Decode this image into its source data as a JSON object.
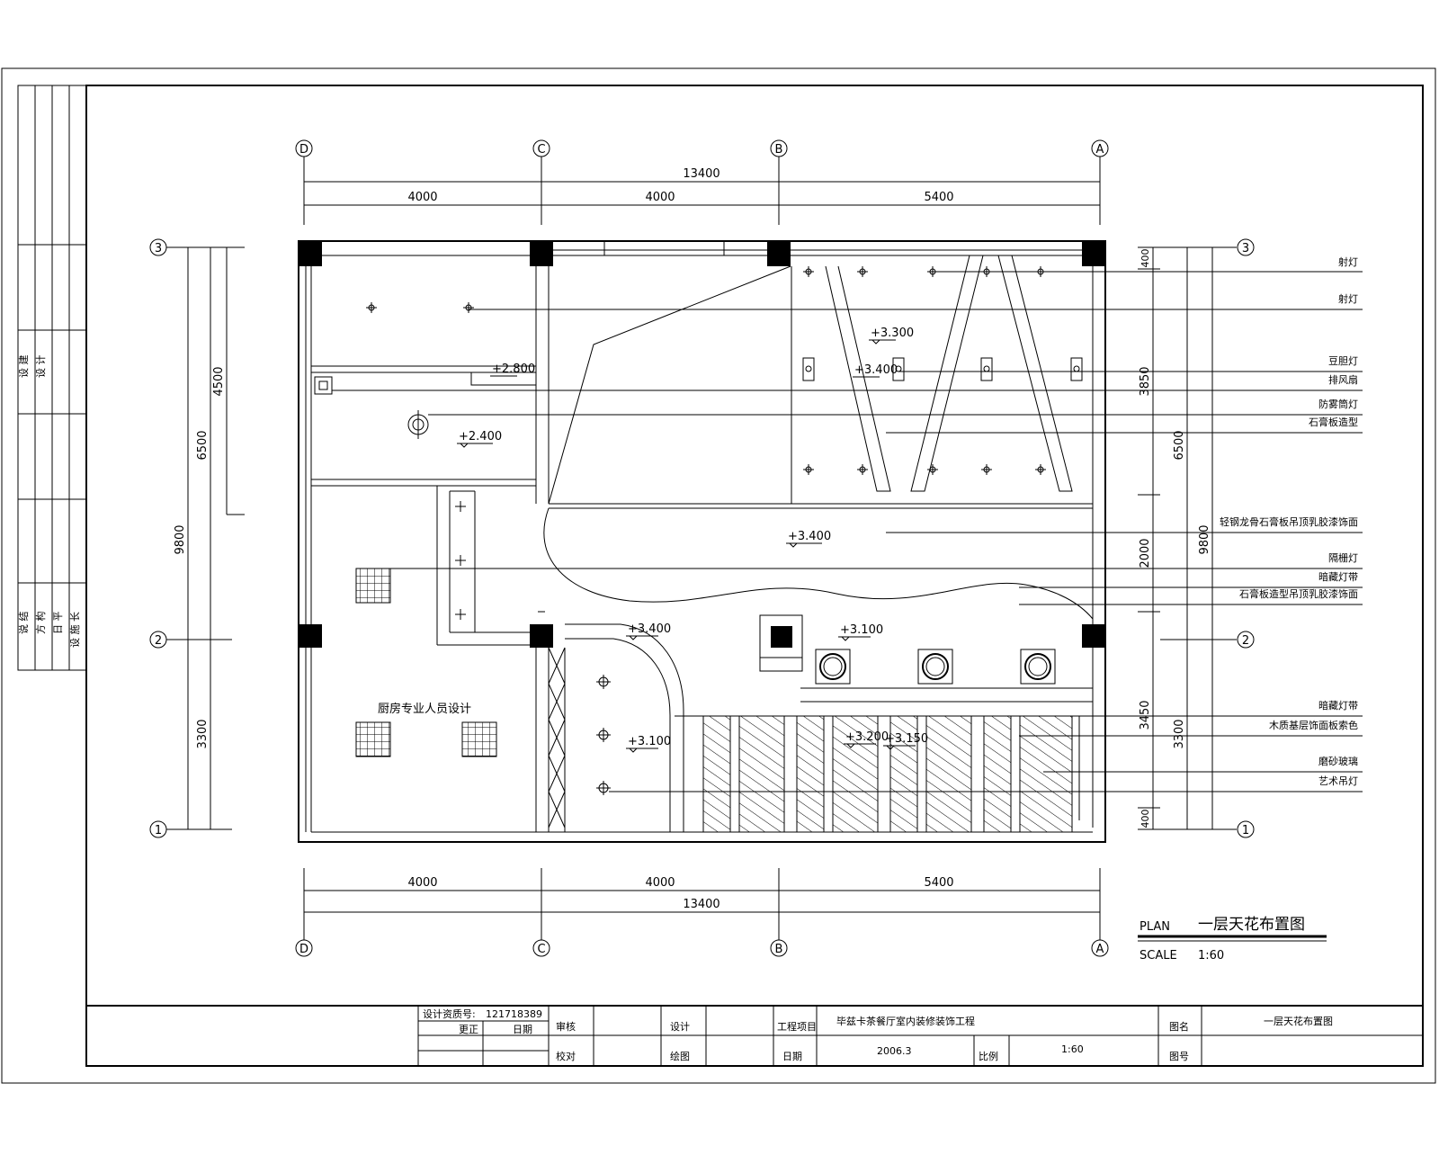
{
  "axes": {
    "columns": [
      "D",
      "C",
      "B",
      "A"
    ],
    "rows": [
      "3",
      "2",
      "1"
    ]
  },
  "dims": {
    "top_total": "13400",
    "top_segments": [
      "4000",
      "4000",
      "5400"
    ],
    "bottom_segments": [
      "4000",
      "4000",
      "5400"
    ],
    "bottom_total": "13400",
    "left_total": "9800",
    "left_upper": "6500",
    "left_lower": "3300",
    "left_inner": "4500",
    "right_segments": [
      "400",
      "3850",
      "2000",
      "3450",
      "400"
    ],
    "right_upper": "6500",
    "right_lower": "3300",
    "right_total": "9800"
  },
  "elevations": [
    "+3.300",
    "+3.400",
    "+2.800",
    "+2.400",
    "+3.400",
    "+3.400",
    "+3.100",
    "+3.100",
    "+3.200",
    "+3.150"
  ],
  "room_label": "厨房专业人员设计",
  "legend": [
    "射灯",
    "射灯",
    "豆胆灯",
    "排风扇",
    "防雾筒灯",
    "石膏板造型",
    "轻钢龙骨石膏板吊顶乳胶漆饰面",
    "隔栅灯",
    "暗藏灯带",
    "石膏板造型吊顶乳胶漆饰面",
    "暗藏灯带",
    "木质基层饰面板索色",
    "磨砂玻璃",
    "艺术吊灯"
  ],
  "plan_title": {
    "plan_label": "PLAN",
    "name": "一层天花布置图",
    "scale_label": "SCALE",
    "scale_value": "1:60"
  },
  "title_block": {
    "cert_label": "设计资质号:",
    "cert_no": "121718389",
    "change_label": "更正",
    "date_label": "日期",
    "review_label": "审核",
    "check_label": "校对",
    "design_label": "设计",
    "draw_label": "绘图",
    "project_label": "工程项目",
    "project_name": "毕兹卡茶餐厅室内装修装饰工程",
    "date2_label": "日期",
    "date_value": "2006.3",
    "scale_label": "比例",
    "scale_value": "1:60",
    "title_label": "图名",
    "title_value": "一层天花布置图",
    "no_label": "图号"
  },
  "left_strip": [
    "设 建",
    "设 计",
    "说 结",
    "方 构",
    "日 平",
    "设 施 长"
  ]
}
